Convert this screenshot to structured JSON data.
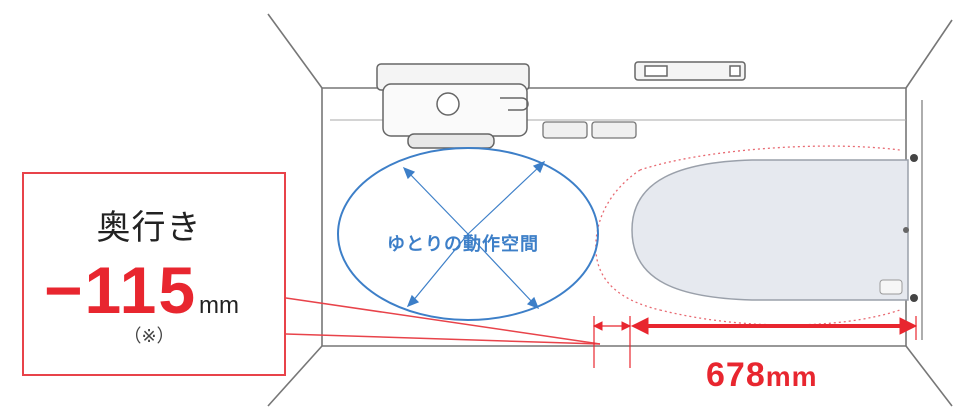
{
  "callout": {
    "label": "奥行き",
    "value": "−115",
    "unit": "mm",
    "note": "（※）"
  },
  "dimension": {
    "value": "678",
    "unit": "mm"
  },
  "space": {
    "label": "ゆとりの動作空間"
  },
  "colors": {
    "accent_red": "#e8262f",
    "space_blue": "#3d7fc8",
    "line_gray": "#8a8a8a"
  }
}
